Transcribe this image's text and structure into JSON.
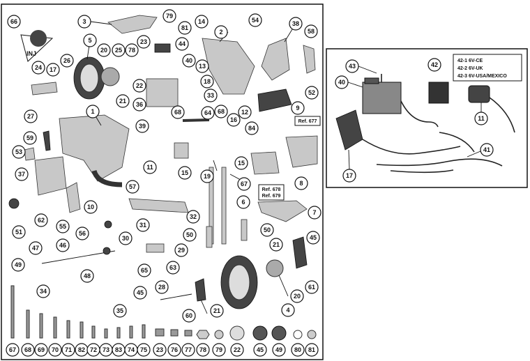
{
  "callouts": [
    "66",
    "3",
    "79",
    "14",
    "54",
    "38",
    "58",
    "5",
    "20",
    "25",
    "78",
    "23",
    "81",
    "44",
    "2",
    "40",
    "13",
    "24",
    "26",
    "17",
    "21",
    "22",
    "36",
    "52",
    "18",
    "9",
    "27",
    "1",
    "68",
    "33",
    "64",
    "68",
    "12",
    "16",
    "84",
    "59",
    "39",
    "11",
    "15",
    "19",
    "15",
    "53",
    "37",
    "57",
    "8",
    "67",
    "62",
    "32",
    "6",
    "10",
    "55",
    "51",
    "7",
    "56",
    "31",
    "50",
    "50",
    "30",
    "29",
    "21",
    "45",
    "47",
    "46",
    "49",
    "48",
    "65",
    "63",
    "61",
    "34",
    "35",
    "45",
    "28",
    "60",
    "4",
    "20",
    "21"
  ],
  "bottom_row": [
    "67",
    "68",
    "69",
    "70",
    "71",
    "82",
    "72",
    "73",
    "83",
    "74",
    "75",
    "23",
    "76",
    "77",
    "78",
    "79",
    "22",
    "45",
    "49",
    "80",
    "81"
  ],
  "ref_boxes": [
    "Ref. 677",
    "Ref. 678",
    "Ref. 679"
  ],
  "inset": {
    "callouts": [
      "43",
      "42",
      "40",
      "11",
      "17",
      "41"
    ],
    "legend": [
      "42-1  6V-CE",
      "42-2  6V-UK",
      "42-3  6V-USA/MEXICO"
    ]
  },
  "logo_text": "INJ"
}
